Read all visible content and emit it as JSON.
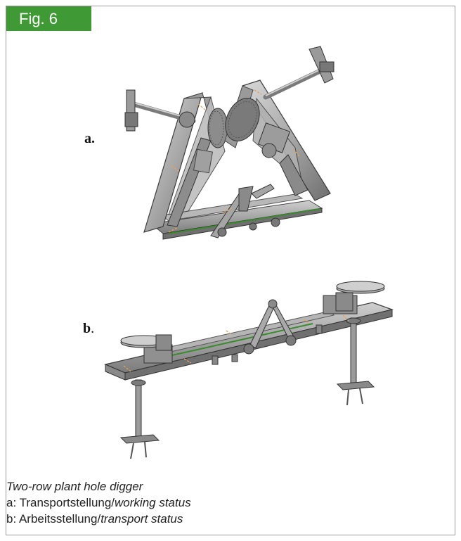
{
  "figure": {
    "badge_text": "Fig. 6",
    "badge_color": "#3f9a35",
    "panel_a_label": "a.",
    "panel_b_label": "b",
    "caption": {
      "title": "Two-row plant hole digger",
      "line_a_prefix": "a: Transportstellung/",
      "line_a_english": "working status",
      "line_b_prefix": "b: Arbeitsstellung/",
      "line_b_english": "transport status"
    }
  }
}
